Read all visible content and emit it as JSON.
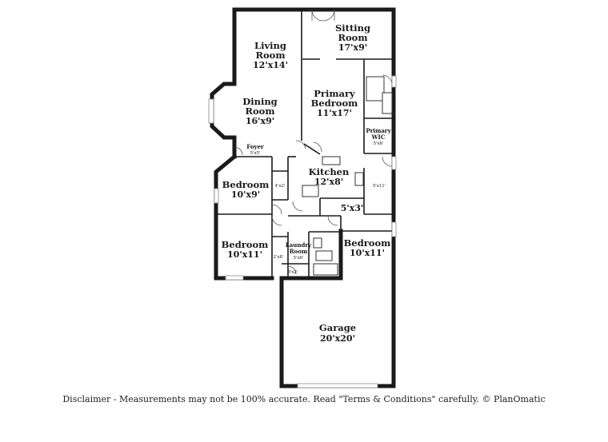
{
  "rooms": {
    "sitting": {
      "name": "Sitting Room",
      "line1": "Sitting",
      "line2": "Room",
      "dims": "17'x9'"
    },
    "living": {
      "line1": "Living",
      "line2": "Room",
      "dims": "12'x14'"
    },
    "dining": {
      "line1": "Dining",
      "line2": "Room",
      "dims": "16'x9'"
    },
    "primary_bedroom": {
      "line1": "Primary",
      "line2": "Bedroom",
      "dims": "11'x17'"
    },
    "primary_wic": {
      "line1": "Primary",
      "line2": "WIC",
      "dims": "5'x6'"
    },
    "foyer": {
      "name": "Foyer",
      "dims": "5'x5'"
    },
    "kitchen": {
      "name": "Kitchen",
      "dims": "12'x8'"
    },
    "bedroom_top": {
      "name": "Bedroom",
      "dims": "10'x9'"
    },
    "bedroom_left": {
      "name": "Bedroom",
      "dims": "10'x11'"
    },
    "bedroom_right": {
      "name": "Bedroom",
      "dims": "10'x11'"
    },
    "laundry": {
      "line1": "Laundry",
      "line2": "Room",
      "dims": "5'x6'"
    },
    "garage": {
      "name": "Garage",
      "dims": "20'x20'"
    }
  },
  "closets": {
    "closet_a": "4'x2'",
    "closet_b": "2'x8'",
    "closet_c": "3'x2'",
    "pantry": "5'x11'",
    "bath": "5'x3'"
  },
  "disclaimer": "Disclaimer - Measurements may not be 100% accurate. Read \"Terms & Conditions\" carefully. © PlanOmatic"
}
